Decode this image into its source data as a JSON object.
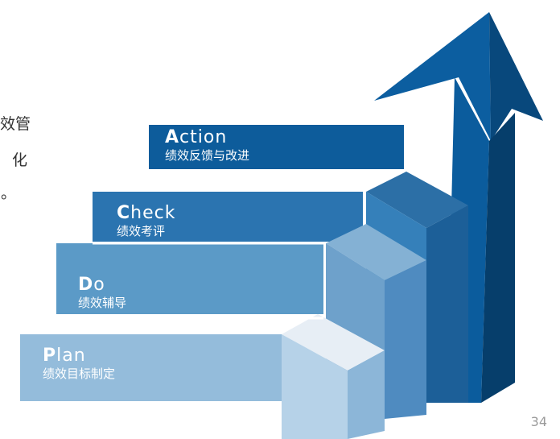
{
  "left_text": {
    "line1": "效管",
    "line2": "化",
    "line3": "。"
  },
  "steps": {
    "action": {
      "initial": "A",
      "rest": "ction",
      "subtitle": "绩效反馈与改进"
    },
    "check": {
      "initial": "C",
      "rest": "heck",
      "subtitle": "绩效考评"
    },
    "do": {
      "initial": "D",
      "rest": "o",
      "subtitle": "绩效辅导"
    },
    "plan": {
      "initial": "P",
      "rest": "lan",
      "subtitle": "绩效目标制定"
    }
  },
  "page_number": "34",
  "colors": {
    "plan_band": "#94bcdb",
    "do_band": "#5b9ac7",
    "check_band": "#2b74b0",
    "action_band": "#0d5c9b",
    "arrow": "#0b5c9d"
  },
  "icons": [
    "up-arrow-icon",
    "staircase-blocks"
  ]
}
